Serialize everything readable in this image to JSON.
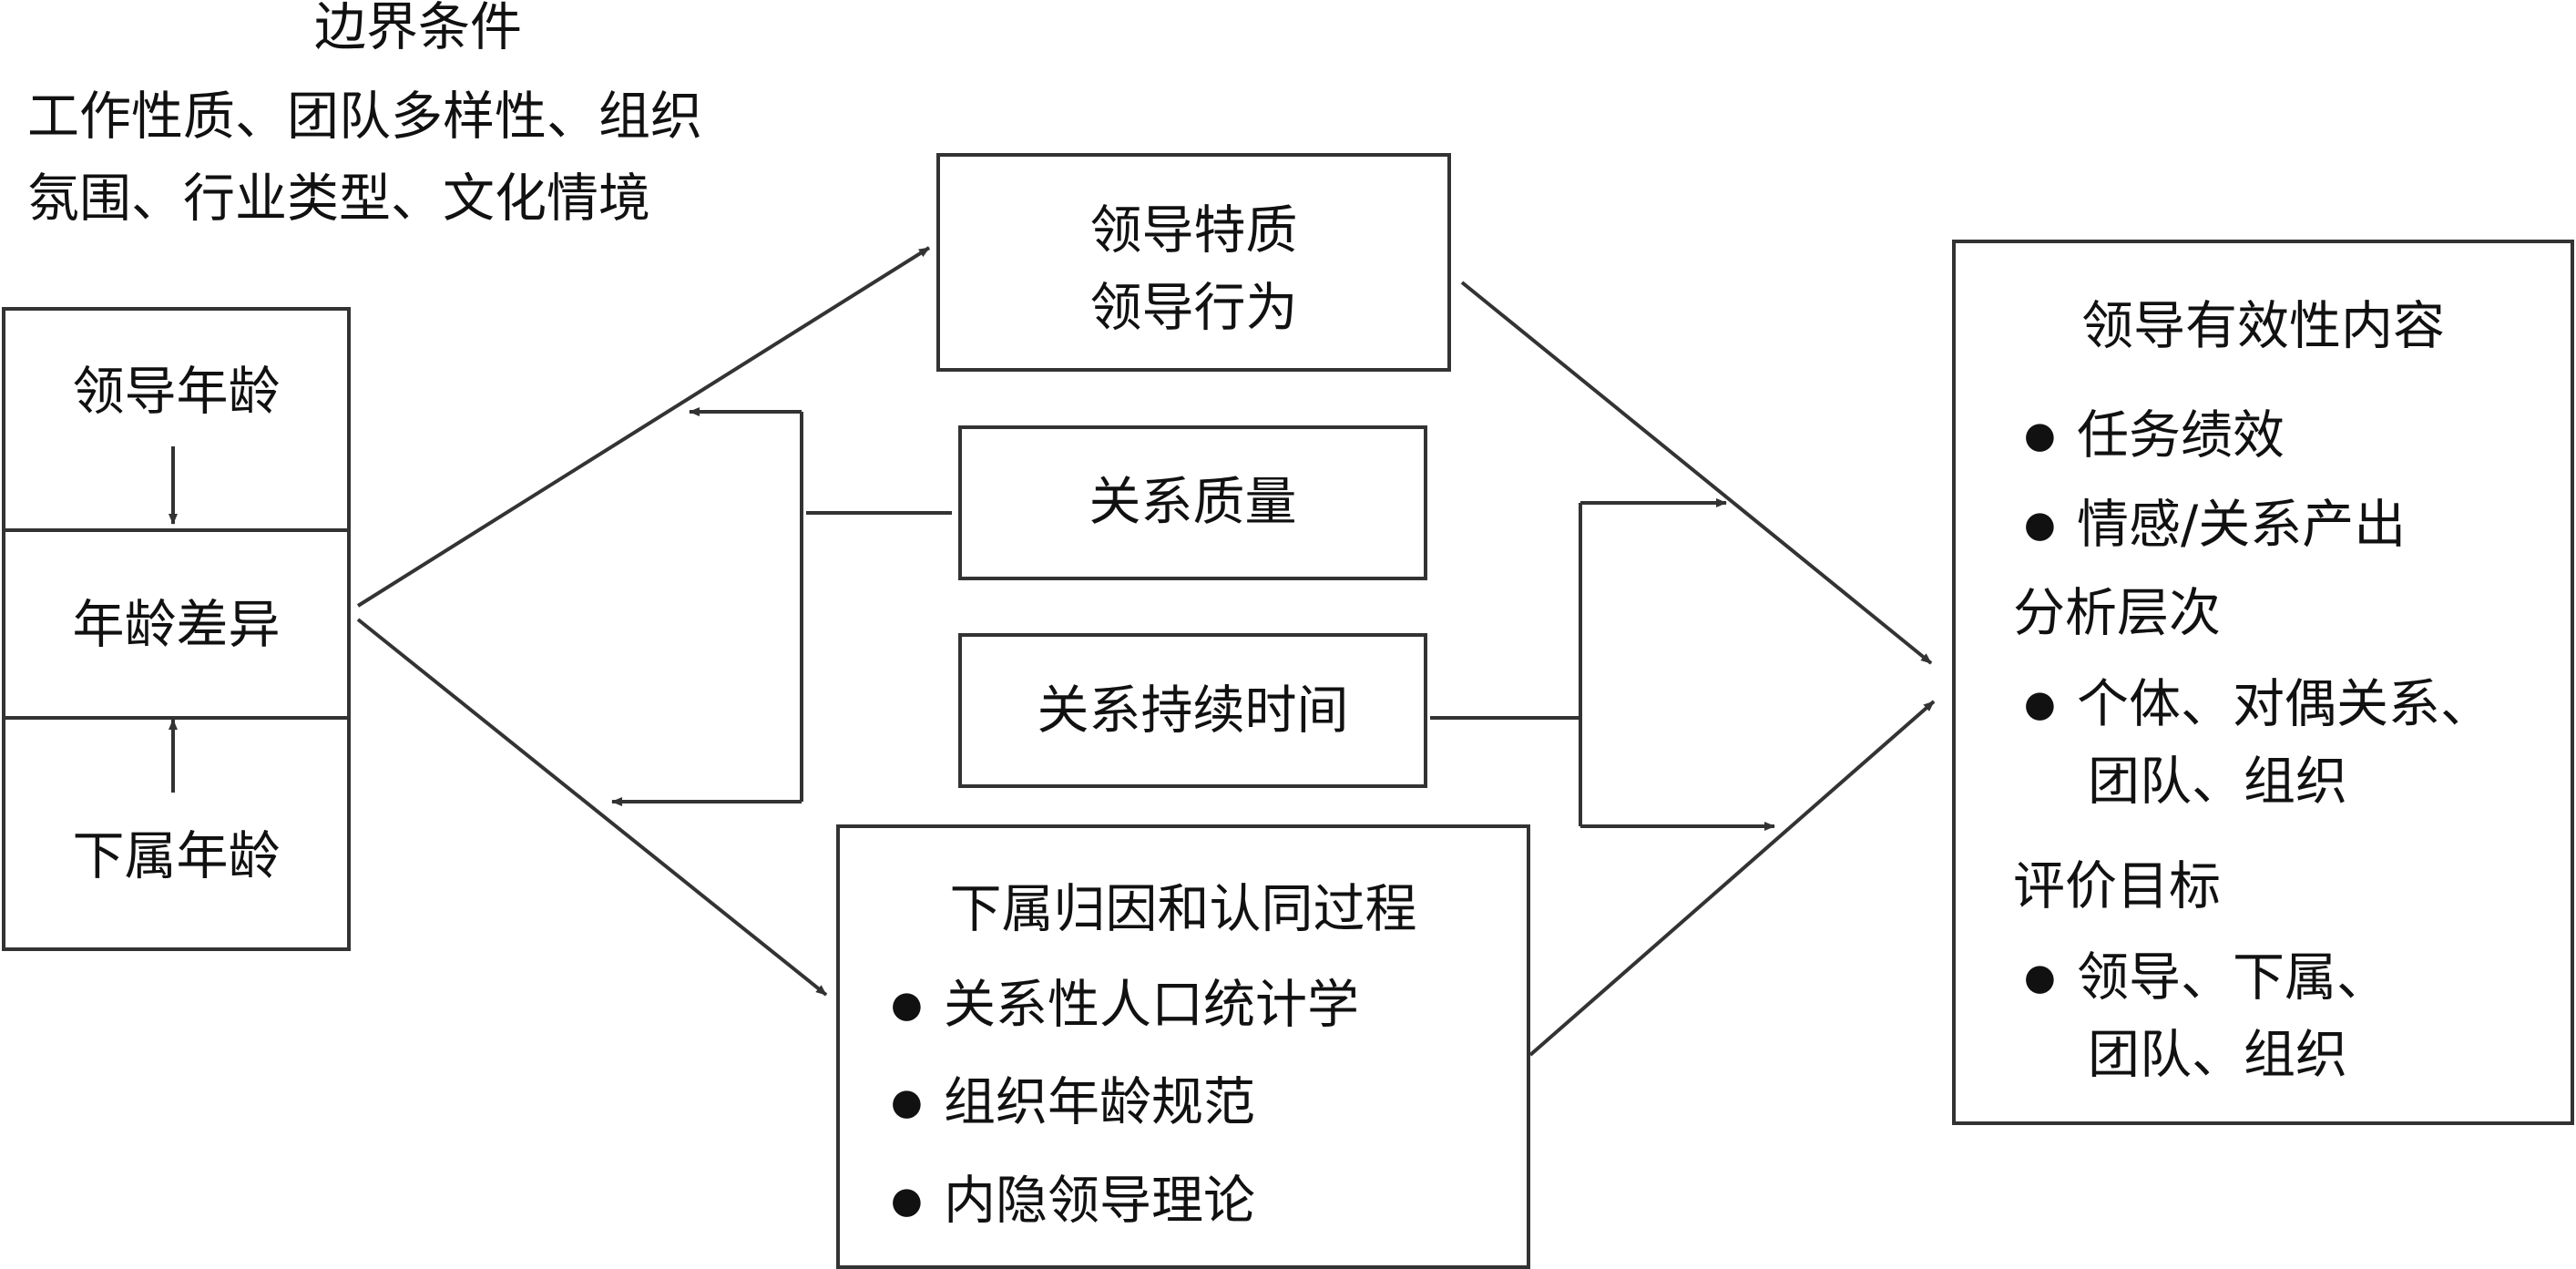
{
  "boundary": {
    "title": "边界条件",
    "line1": "工作性质、团队多样性、组织",
    "line2": "氛围、行业类型、文化情境"
  },
  "age_stack": {
    "leader_age": "领导年龄",
    "age_diff": "年龄差异",
    "sub_age": "下属年龄"
  },
  "traits_box": {
    "line1": "领导特质",
    "line2": "领导行为"
  },
  "quality_box": {
    "label": "关系质量"
  },
  "duration_box": {
    "label": "关系持续时间"
  },
  "process_box": {
    "title": "下属归因和认同过程",
    "items": [
      "关系性人口统计学",
      "组织年龄规范",
      "内隐领导理论"
    ]
  },
  "effect_box": {
    "title": "领导有效性内容",
    "items": [
      "任务绩效",
      "情感/关系产出"
    ],
    "levels_title": "分析层次",
    "levels_line1": "个体、对偶关系、",
    "levels_line2": "团队、组织",
    "targets_title": "评价目标",
    "targets_line1": "领导、下属、",
    "targets_line2": "团队、组织"
  },
  "colors": {
    "stroke": "#333333",
    "text": "#111111",
    "background": "#ffffff"
  }
}
